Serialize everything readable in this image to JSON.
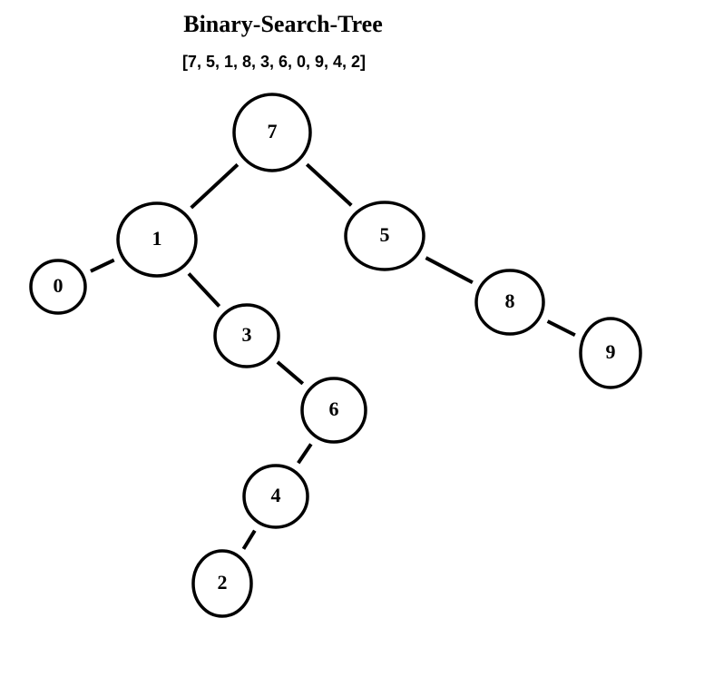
{
  "title": "Binary-Search-Tree",
  "sequence": "[7, 5, 1, 8, 3, 6, 0, 9, 4, 2]",
  "nodes": [
    {
      "id": "n7",
      "label": "7"
    },
    {
      "id": "n1",
      "label": "1"
    },
    {
      "id": "n5",
      "label": "5"
    },
    {
      "id": "n0",
      "label": "0"
    },
    {
      "id": "n3",
      "label": "3"
    },
    {
      "id": "n8",
      "label": "8"
    },
    {
      "id": "n9",
      "label": "9"
    },
    {
      "id": "n6",
      "label": "6"
    },
    {
      "id": "n4",
      "label": "4"
    },
    {
      "id": "n2",
      "label": "2"
    }
  ],
  "edges": [
    {
      "from": "n7",
      "to": "n1"
    },
    {
      "from": "n7",
      "to": "n5"
    },
    {
      "from": "n1",
      "to": "n0"
    },
    {
      "from": "n1",
      "to": "n3"
    },
    {
      "from": "n5",
      "to": "n8"
    },
    {
      "from": "n8",
      "to": "n9"
    },
    {
      "from": "n3",
      "to": "n6"
    },
    {
      "from": "n6",
      "to": "n4"
    },
    {
      "from": "n4",
      "to": "n2"
    }
  ],
  "colors": {
    "stroke": "#000000",
    "fill": "#ffffff"
  }
}
